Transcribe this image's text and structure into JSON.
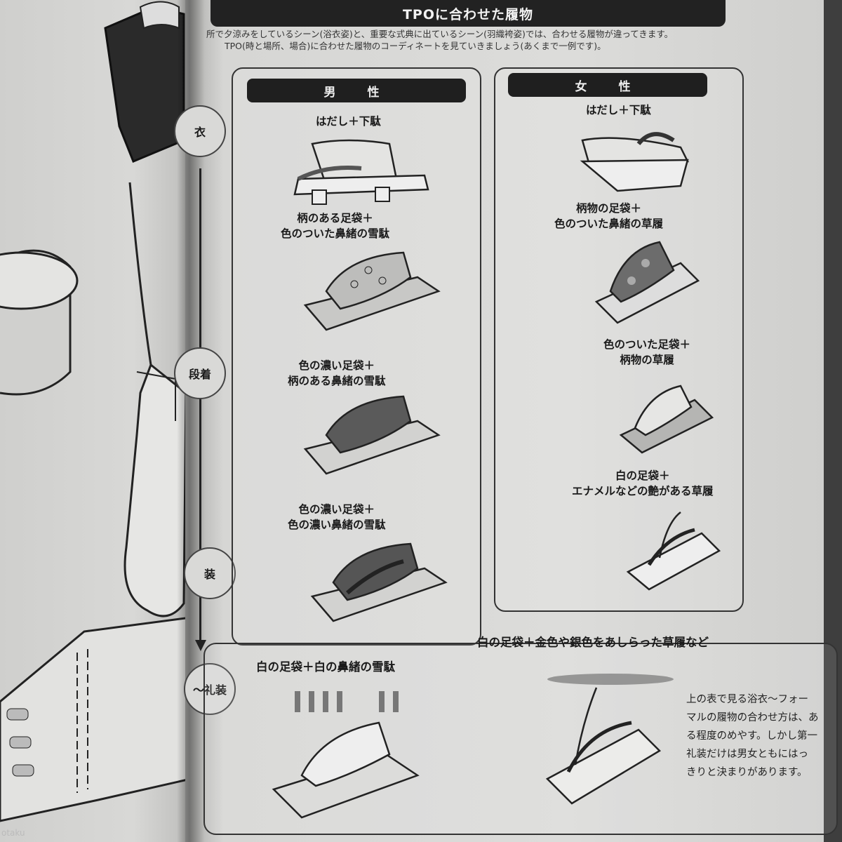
{
  "page_title": "TPOに合わせた履物",
  "intro": [
    "夏に浴衣を着る場所で夕涼みをしているシーン(浴衣姿)と、重要な式典に出ているシーン(羽織袴姿)では、合わせる履物が違ってきます。",
    "所で夕涼みをしているシーン(浴衣姿)と、重要な式典に出ているシーン(羽織袴姿)では、合わせる履物が違ってきます。",
    "TPO(時と場所、場合)に合わせた履物のコーディネートを見ていきましょう(あくまで一例です)。"
  ],
  "side_labels": {
    "top": "衣",
    "middle": "段着",
    "lower": "装",
    "bottom": "〜礼装"
  },
  "columns": {
    "male": {
      "header": "男　性",
      "items": [
        {
          "line1": "はだし＋下駄",
          "line2": ""
        },
        {
          "line1": "柄のある足袋＋",
          "line2": "色のついた鼻緒の雪駄"
        },
        {
          "line1": "色の濃い足袋＋",
          "line2": "柄のある鼻緒の雪駄"
        },
        {
          "line1": "色の濃い足袋＋",
          "line2": "色の濃い鼻緒の雪駄"
        }
      ]
    },
    "female": {
      "header": "女　性",
      "items": [
        {
          "line1": "はだし＋下駄",
          "line2": ""
        },
        {
          "line1": "柄物の足袋＋",
          "line2": "色のついた鼻緒の草履"
        },
        {
          "line1": "色のついた足袋＋",
          "line2": "柄物の草履"
        },
        {
          "line1": "白の足袋＋",
          "line2": "エナメルなどの艶がある草履"
        }
      ]
    }
  },
  "formal": {
    "male": "白の足袋＋白の鼻緒の雪駄",
    "female": "白の足袋＋金色や銀色をあしらった草履など"
  },
  "note": [
    "上の表で見る浴衣〜フォー",
    "マルの履物の合わせ方は、あ",
    "る程度のめやす。しかし第一",
    "礼装だけは男女ともにはっ",
    "きりと決まりがあります。"
  ],
  "watermark": "otaku",
  "colors": {
    "header_bg": "#1f1f1f",
    "page": "#d8d8d6",
    "ink": "#1a1a1a"
  }
}
